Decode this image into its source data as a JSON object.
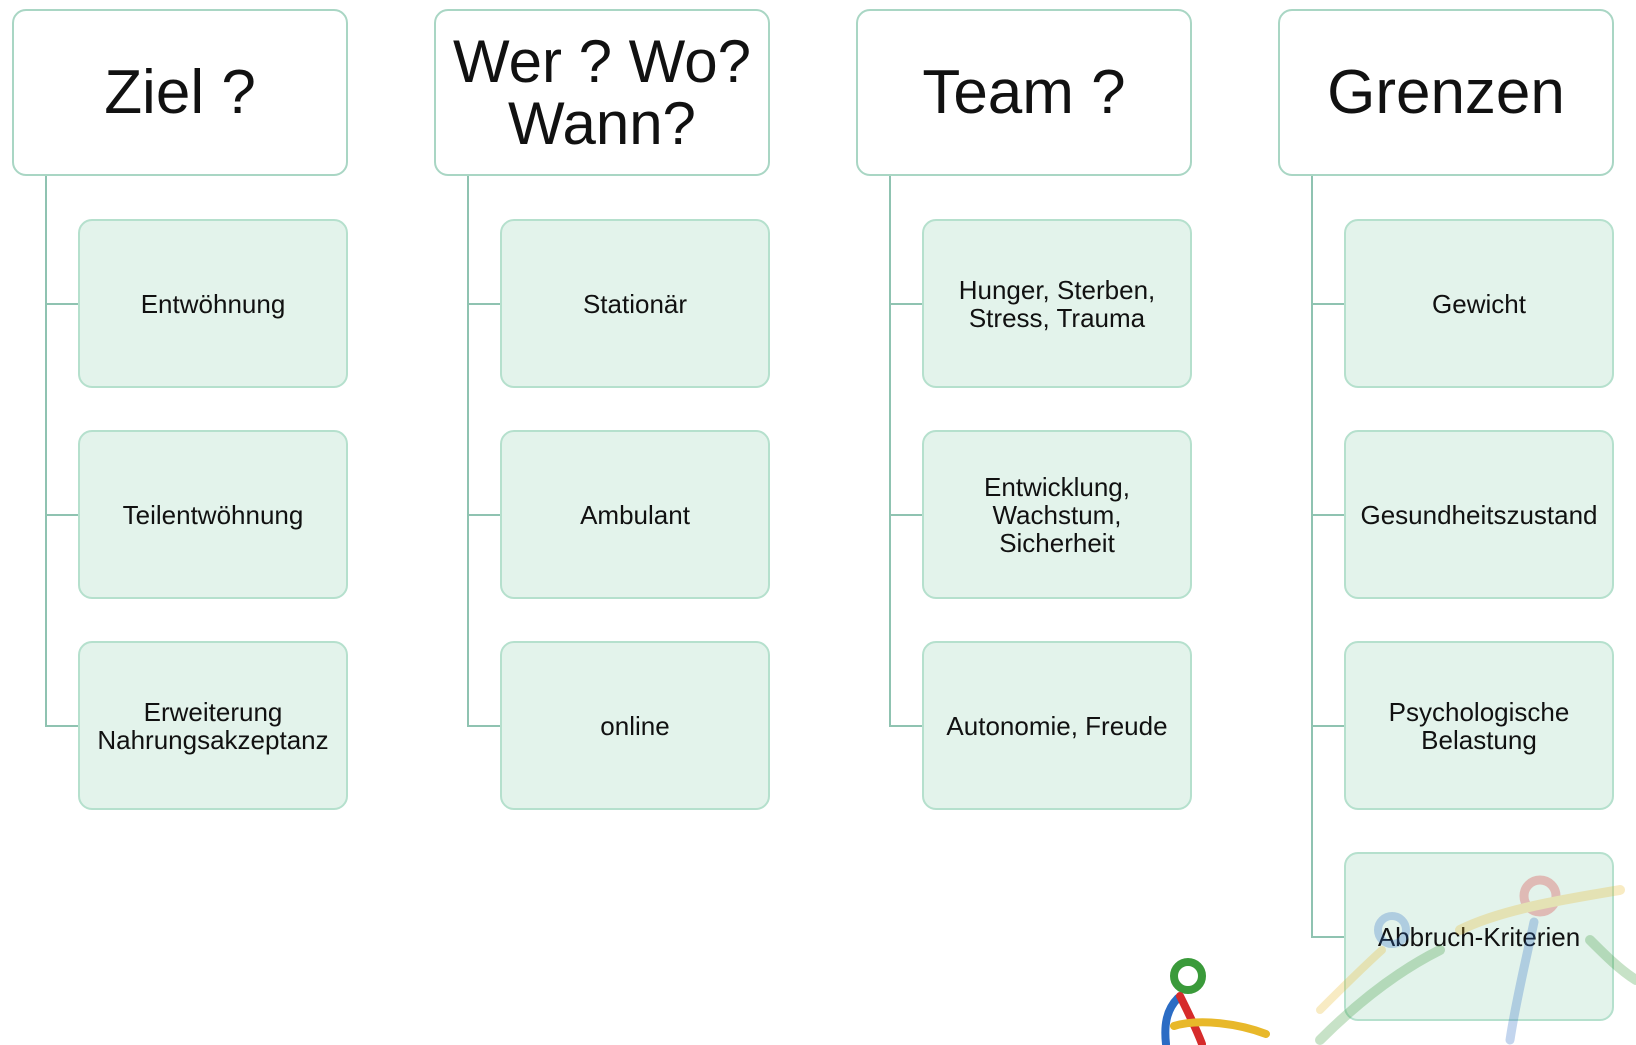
{
  "columns": [
    {
      "header": "Ziel ?",
      "items": [
        "Entwöhnung",
        "Teilentwöhnung",
        "Erweiterung\nNahrungsakzeptanz"
      ]
    },
    {
      "header": "Wer ? Wo?\nWann?",
      "items": [
        "Stationär",
        "Ambulant",
        "online"
      ]
    },
    {
      "header": "Team ?",
      "items": [
        "Hunger, Sterben,\nStress, Trauma",
        "Entwicklung,\nWachstum,\nSicherheit",
        "Autonomie, Freude"
      ]
    },
    {
      "header": "Grenzen",
      "items": [
        "Gewicht",
        "Gesundheitszustand",
        "Psychologische\nBelastung",
        "Abbruch-Kriterien"
      ]
    }
  ],
  "colors": {
    "header_border": "#a9d6c4",
    "item_fill": "#e3f3eb",
    "item_border": "#b5e0cd",
    "connector": "#8fc3b1"
  },
  "icons": [
    "figure-logo-icon",
    "figure-logo-watermark-icon"
  ]
}
